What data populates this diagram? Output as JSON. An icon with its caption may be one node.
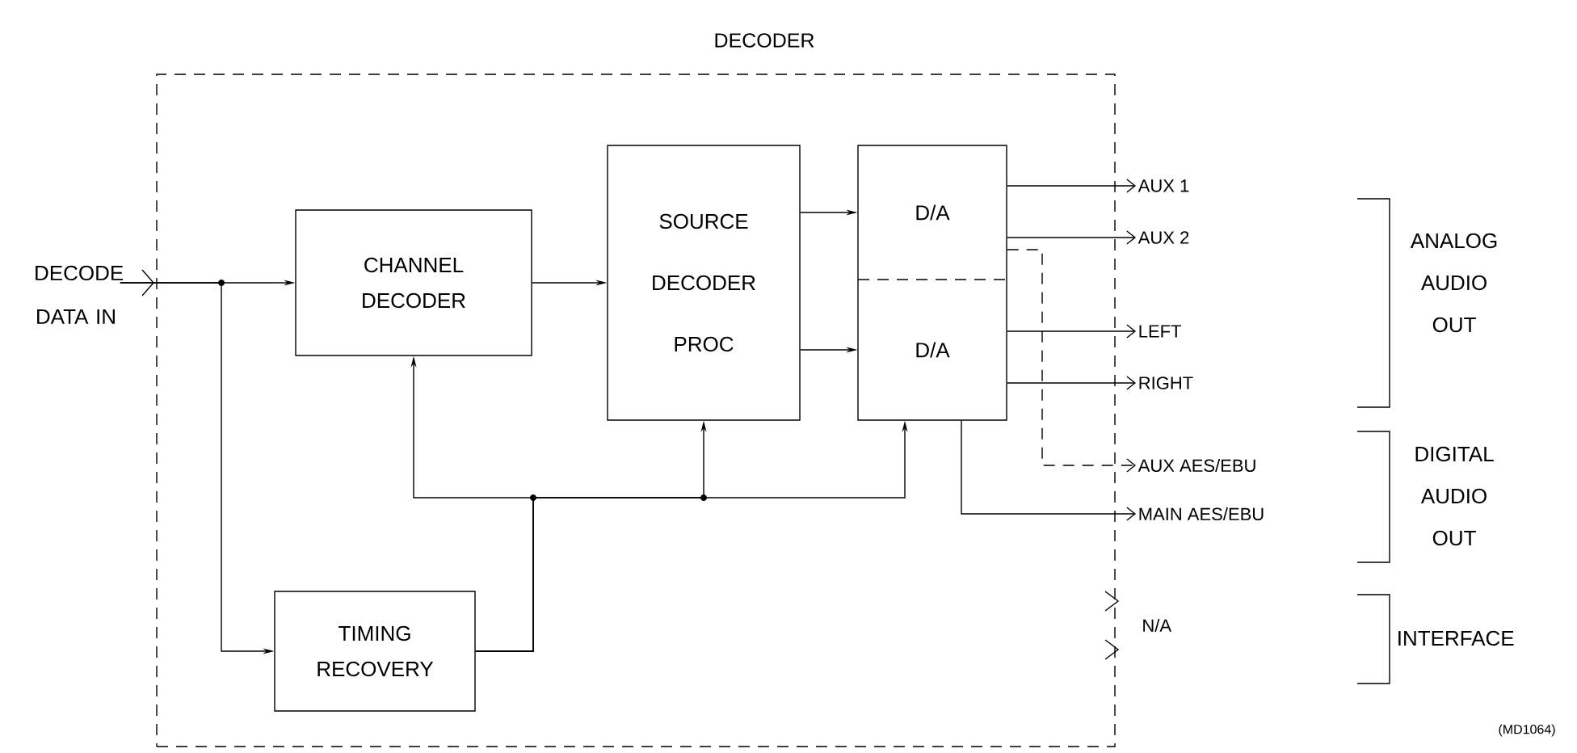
{
  "diagram": {
    "nodes": [
      {
        "text": [
          "DECODER"
        ]
      },
      {
        "text": [
          "DECODE DATA IN"
        ]
      },
      {
        "text": [
          "CHANNEL DECODER"
        ],
        "in": 0
      },
      {
        "text": [
          "SOURCE DECODER PROC"
        ],
        "in": 0
      },
      {
        "text": [
          "D/A"
        ],
        "in": 0
      },
      {
        "text": [
          "D/A"
        ],
        "in": 0
      },
      {
        "text": [
          "TIMING RECOVERY"
        ],
        "in": 0
      },
      {
        "text": [
          "AUX 1"
        ]
      },
      {
        "text": [
          "AUX 2"
        ]
      },
      {
        "text": [
          "LEFT"
        ]
      },
      {
        "text": [
          "RIGHT"
        ]
      },
      {
        "text": [
          "AUX AES/EBU"
        ]
      },
      {
        "text": [
          "MAIN AES/EBU"
        ]
      }
    ],
    "edges": [
      {
        "from": 1,
        "to": 2,
        "arrow": "to"
      },
      {
        "from": 1,
        "to": 6,
        "arrow": "to"
      },
      {
        "from": 2,
        "to": 3,
        "arrow": "to"
      },
      {
        "from": 3,
        "to": 4,
        "arrow": "to"
      },
      {
        "from": 3,
        "to": 5,
        "arrow": "to"
      },
      {
        "from": 6,
        "to": 2,
        "arrow": "to"
      },
      {
        "from": 6,
        "to": 3,
        "arrow": "to"
      },
      {
        "from": 6,
        "to": 5,
        "arrow": "to"
      },
      {
        "from": 4,
        "to": 7,
        "arrow": "to"
      },
      {
        "from": 4,
        "to": 8,
        "arrow": "to"
      },
      {
        "from": 5,
        "to": 9,
        "arrow": "to"
      },
      {
        "from": 5,
        "to": 10,
        "arrow": "to"
      },
      {
        "from": 4,
        "to": 11,
        "arrow": "to",
        "style": "dashed"
      },
      {
        "from": 5,
        "to": 12,
        "arrow": "to"
      }
    ],
    "labels": [
      "ANALOG AUDIO OUT",
      "DIGITAL AUDIO OUT",
      "N/A",
      "INTERFACE",
      "(MD1064)"
    ]
  }
}
